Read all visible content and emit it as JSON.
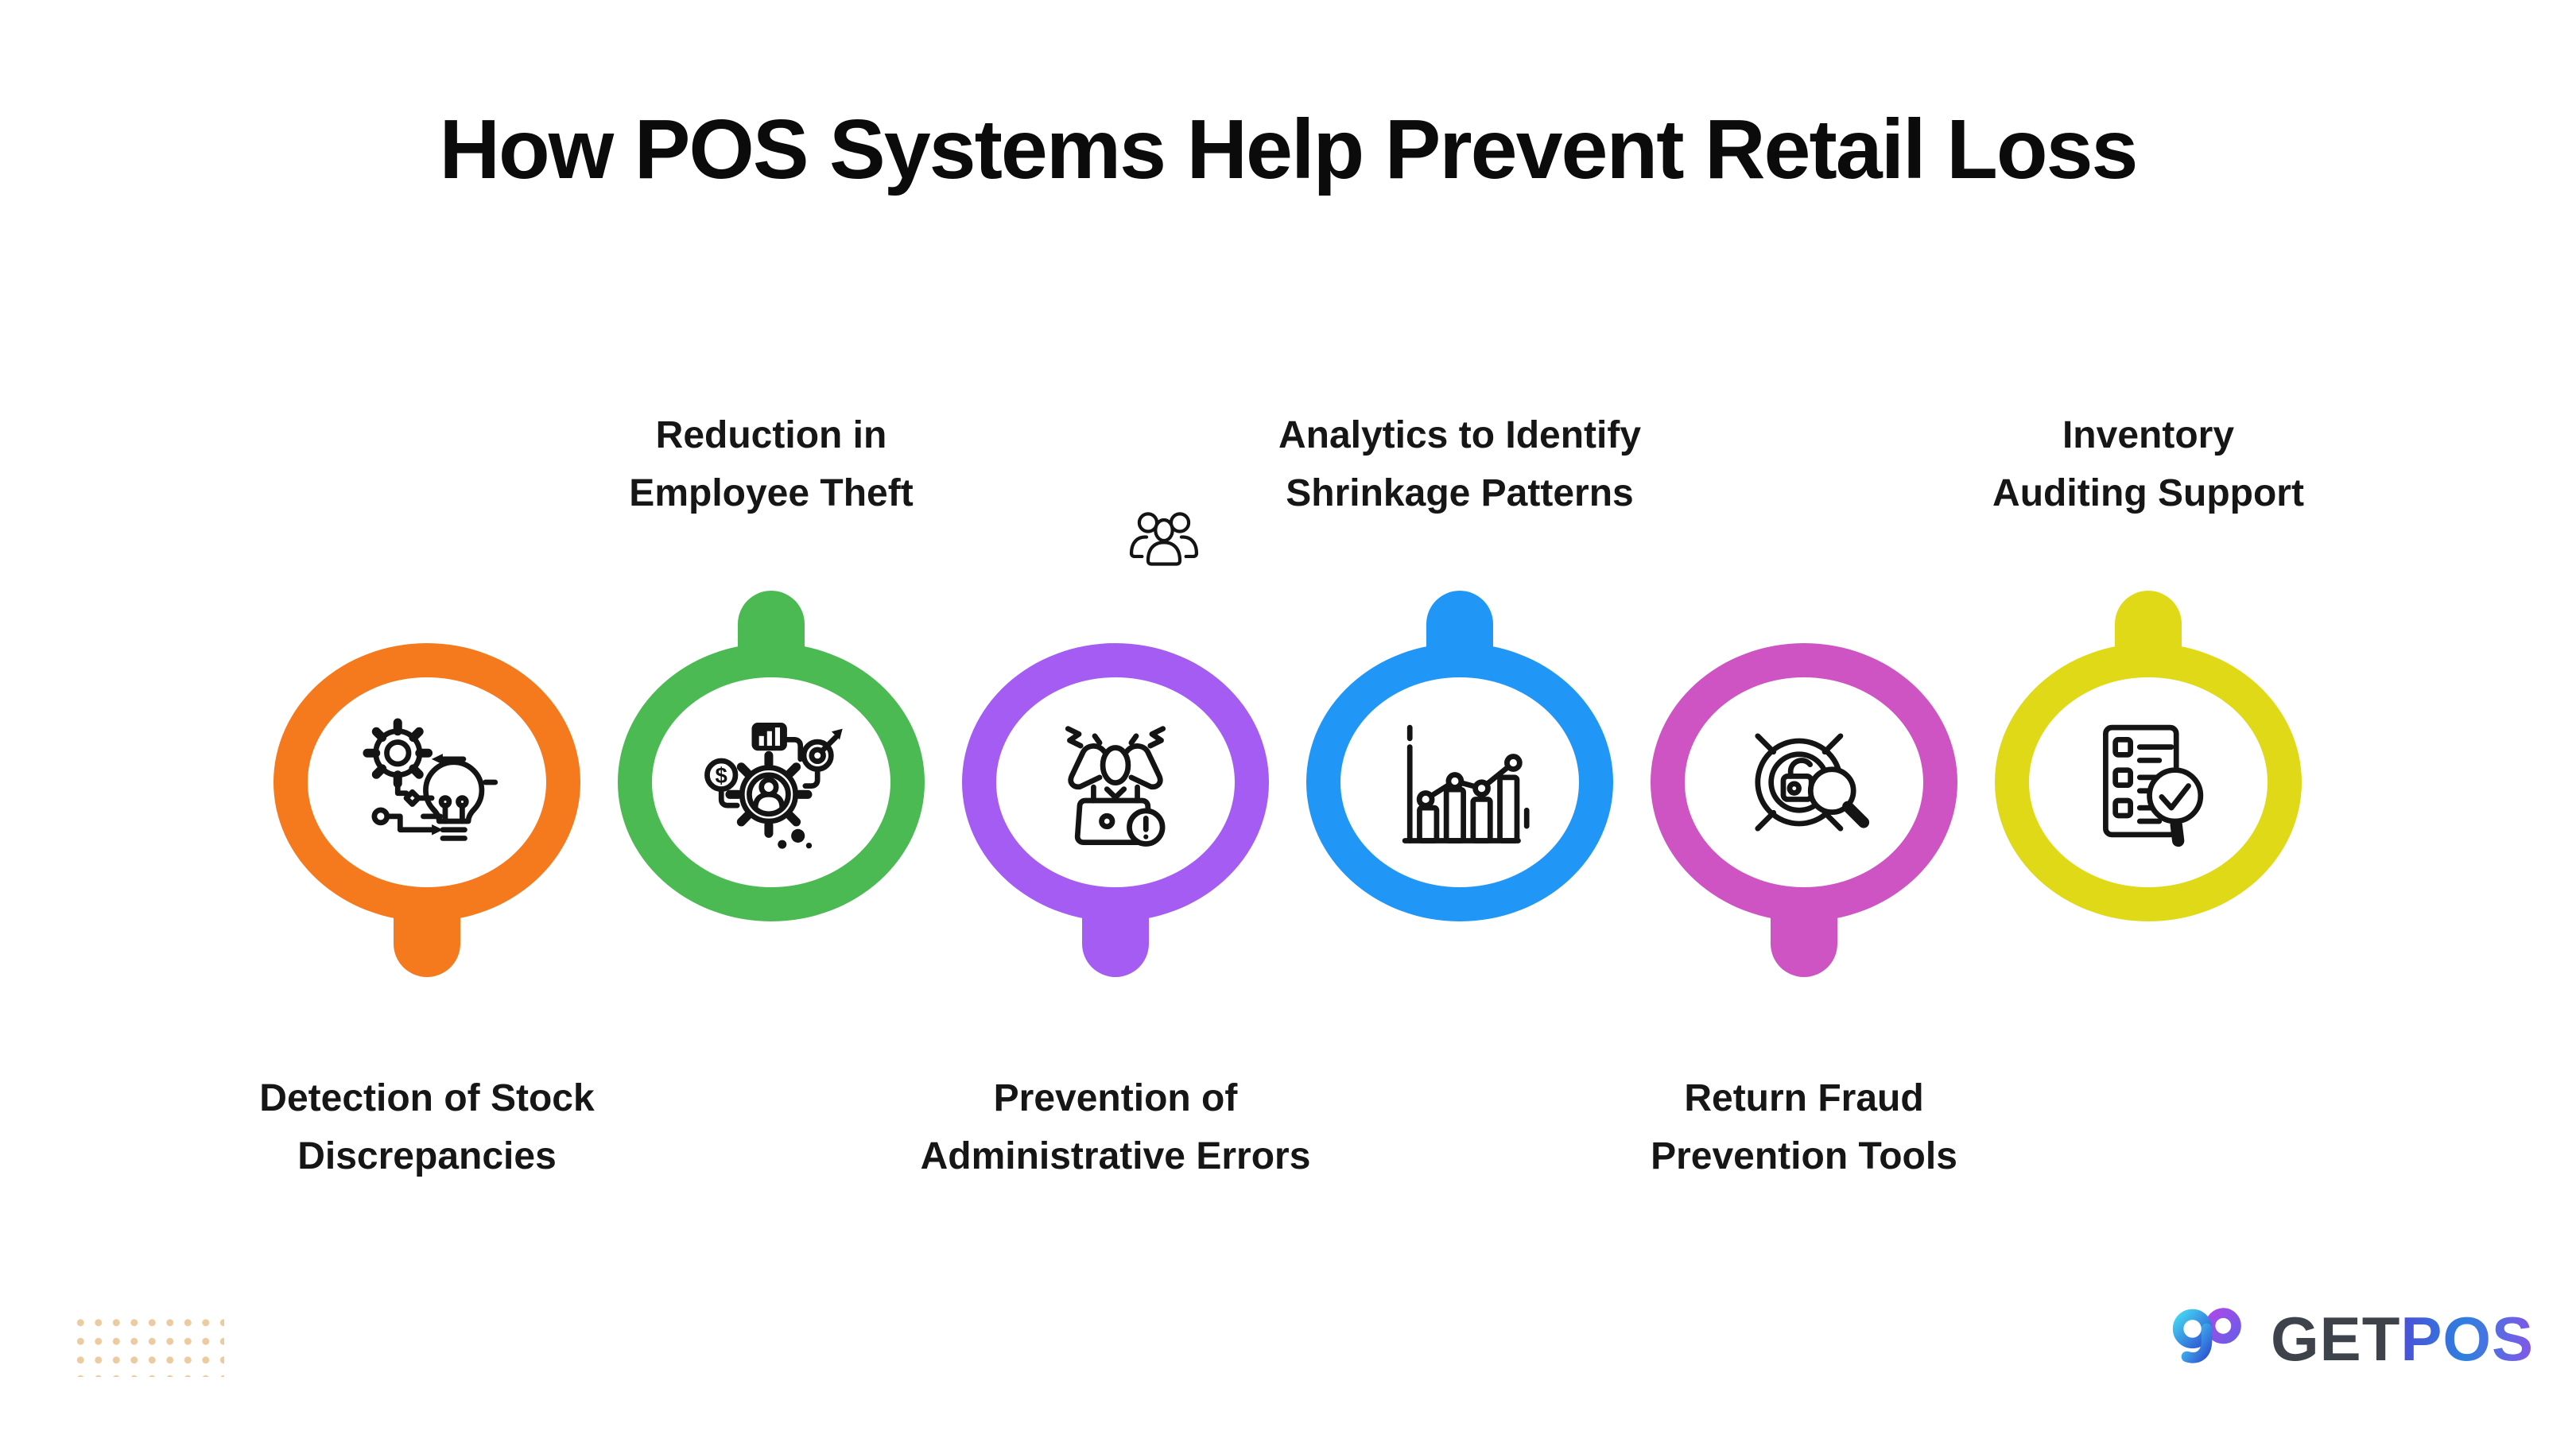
{
  "title": "How POS Systems Help Prevent Retail Loss",
  "items": [
    {
      "id": "stock-discrepancies",
      "label": "Detection of Stock Discrepancies",
      "lines": [
        "Detection of Stock",
        "Discrepancies"
      ],
      "color": "#F5791D",
      "label_position": "below",
      "icon": "gear-lightbulb-process-icon"
    },
    {
      "id": "employee-theft",
      "label": "Reduction in Employee Theft",
      "lines": [
        "Reduction in",
        "Employee Theft"
      ],
      "color": "#4BBA53",
      "label_position": "above",
      "icon": "gear-person-performance-icon"
    },
    {
      "id": "admin-errors",
      "label": "Prevention of Administrative Errors",
      "lines": [
        "Prevention of",
        "Administrative Errors"
      ],
      "color": "#A45CF2",
      "label_position": "below",
      "icon": "stressed-person-laptop-icon"
    },
    {
      "id": "shrinkage-analytics",
      "label": "Analytics to Identify Shrinkage Patterns",
      "lines": [
        "Analytics to Identify",
        "Shrinkage Patterns"
      ],
      "color": "#2097F6",
      "label_position": "above",
      "icon": "bar-chart-trend-icon"
    },
    {
      "id": "return-fraud",
      "label": "Return Fraud Prevention Tools",
      "lines": [
        "Return Fraud",
        "Prevention Tools"
      ],
      "color": "#CD54C2",
      "label_position": "below",
      "icon": "target-lock-magnifier-icon"
    },
    {
      "id": "inventory-auditing",
      "label": "Inventory Auditing Support",
      "lines": [
        "Inventory",
        "Auditing Support"
      ],
      "color": "#DFD918",
      "label_position": "above",
      "icon": "checklist-magnifier-icon"
    }
  ],
  "decorations": {
    "people_icon": "three-people-group-icon",
    "dot_grid": {
      "rows": 4,
      "cols": 9,
      "dot_color": "#EDCBA0"
    }
  },
  "logo": {
    "mark": "gp-monogram",
    "get_text": "GET",
    "pos_text": "POS",
    "get_color": "#3E434B",
    "pos_gradient": [
      "#4B50D8",
      "#2E80DF",
      "#8456E8"
    ]
  }
}
